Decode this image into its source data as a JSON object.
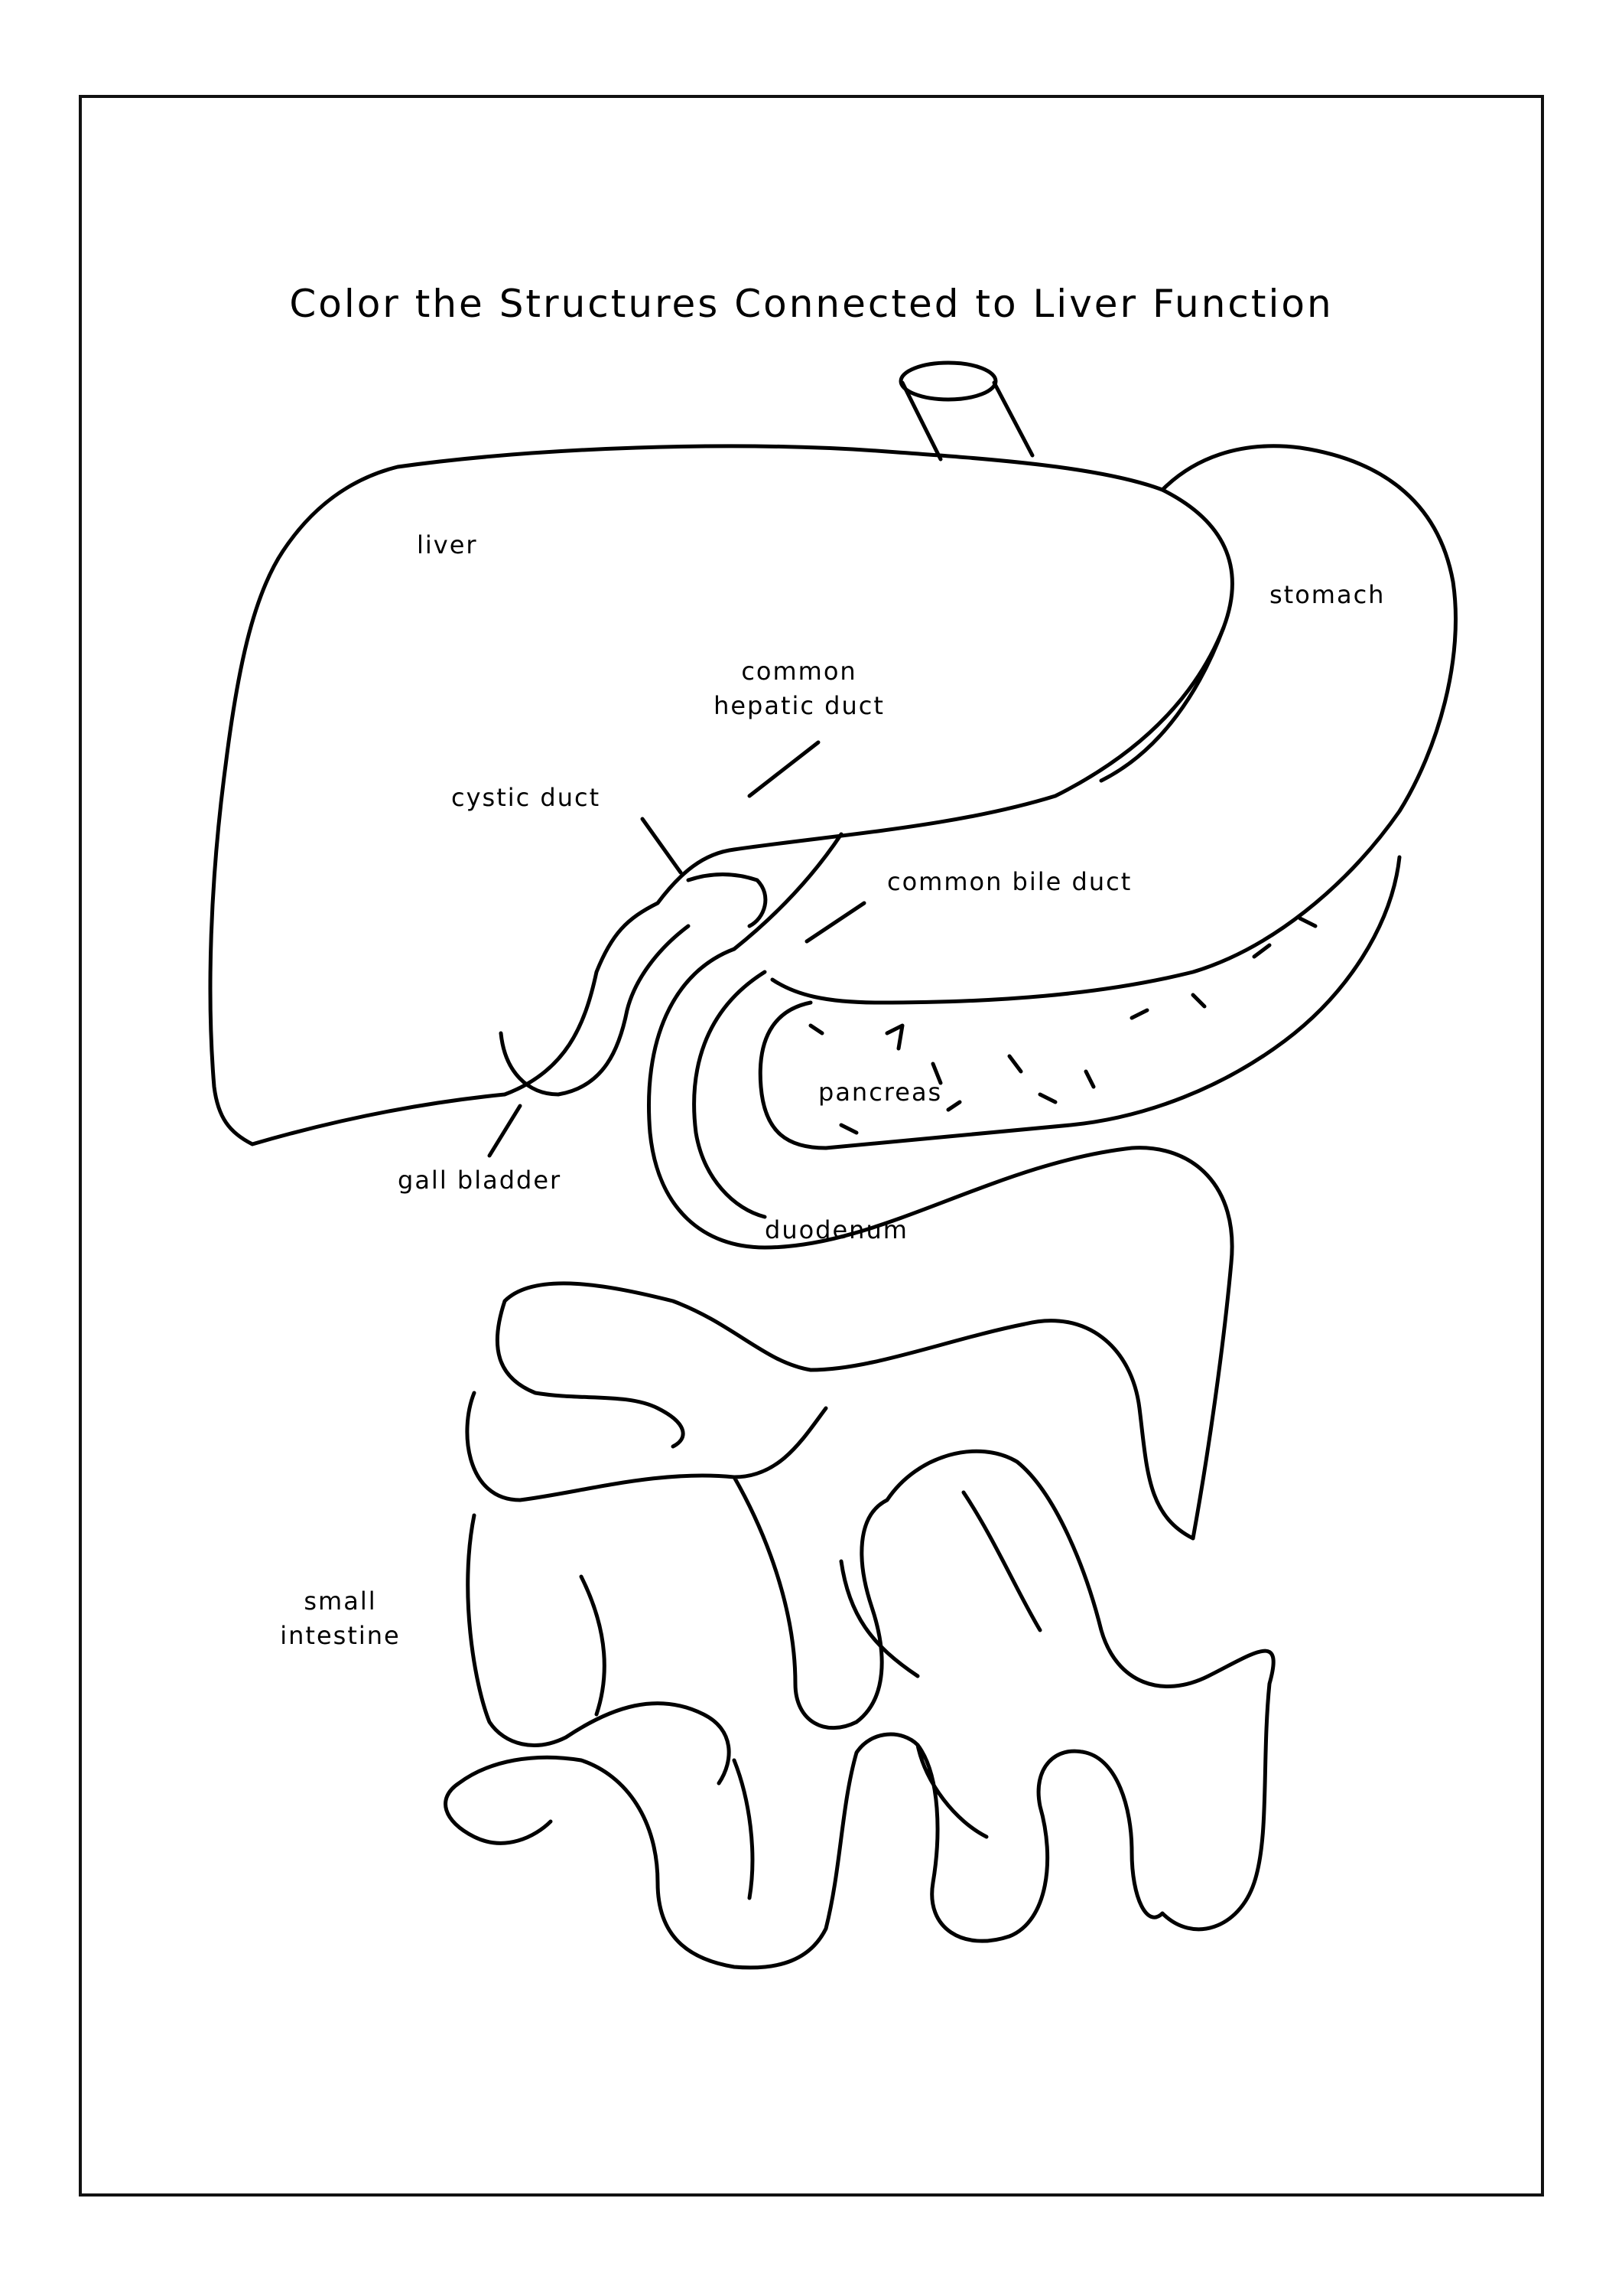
{
  "title": "Color the Structures Connected to Liver Function",
  "labels": {
    "liver": "liver",
    "stomach": "stomach",
    "common_hepatic_duct_line1": "common",
    "common_hepatic_duct_line2": "hepatic duct",
    "cystic_duct": "cystic duct",
    "common_bile_duct": "common bile duct",
    "pancreas": "pancreas",
    "gall_bladder": "gall bladder",
    "duodenum": "duodenum",
    "small_intestine_line1": "small",
    "small_intestine_line2": "intestine"
  }
}
